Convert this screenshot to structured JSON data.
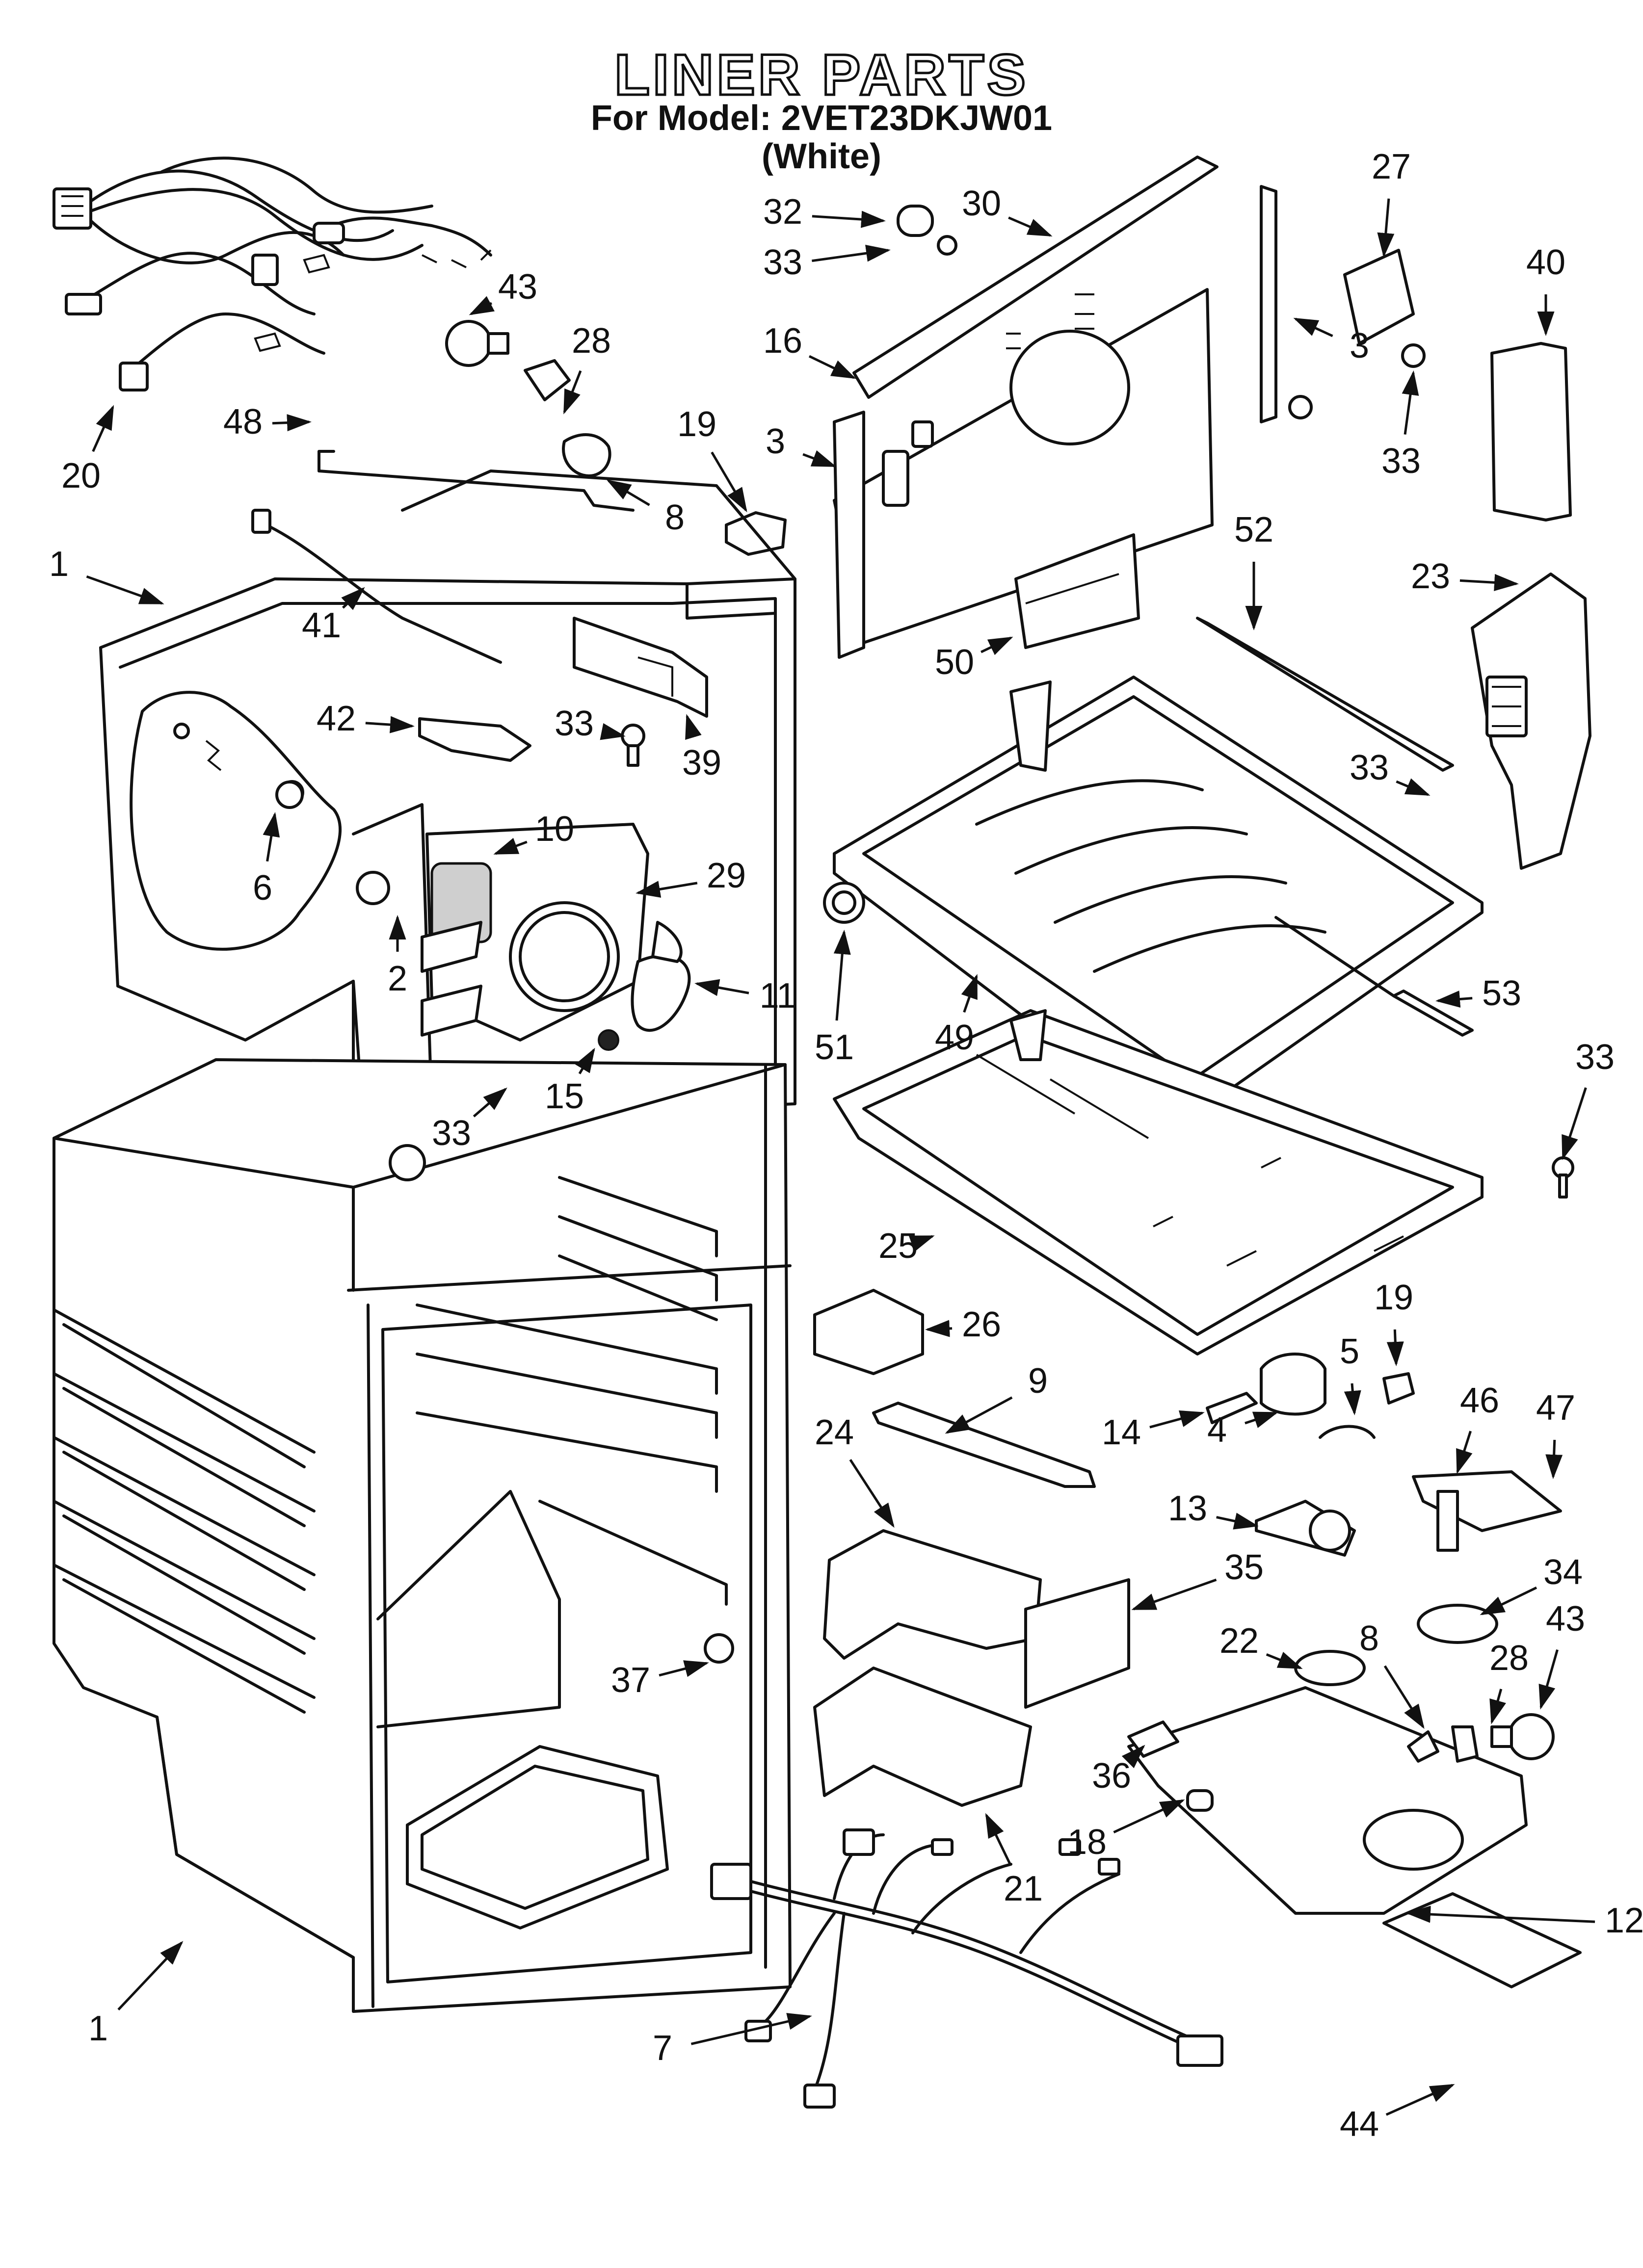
{
  "header": {
    "title": "LINER PARTS",
    "model_line": "For Model: 2VET23DKJW01",
    "color_line": "(White)"
  },
  "callouts": [
    {
      "id": "c1",
      "label": "1"
    },
    {
      "id": "c1b",
      "label": "1"
    },
    {
      "id": "c2",
      "label": "2"
    },
    {
      "id": "c3",
      "label": "3"
    },
    {
      "id": "c3b",
      "label": "3"
    },
    {
      "id": "c4",
      "label": "4"
    },
    {
      "id": "c5",
      "label": "5"
    },
    {
      "id": "c6",
      "label": "6"
    },
    {
      "id": "c7",
      "label": "7"
    },
    {
      "id": "c8",
      "label": "8"
    },
    {
      "id": "c8b",
      "label": "8"
    },
    {
      "id": "c9",
      "label": "9"
    },
    {
      "id": "c10",
      "label": "10"
    },
    {
      "id": "c11",
      "label": "11"
    },
    {
      "id": "c12",
      "label": "12"
    },
    {
      "id": "c13",
      "label": "13"
    },
    {
      "id": "c14",
      "label": "14"
    },
    {
      "id": "c15",
      "label": "15"
    },
    {
      "id": "c16",
      "label": "16"
    },
    {
      "id": "c18",
      "label": "18"
    },
    {
      "id": "c19",
      "label": "19"
    },
    {
      "id": "c19b",
      "label": "19"
    },
    {
      "id": "c20",
      "label": "20"
    },
    {
      "id": "c21",
      "label": "21"
    },
    {
      "id": "c22",
      "label": "22"
    },
    {
      "id": "c23",
      "label": "23"
    },
    {
      "id": "c24",
      "label": "24"
    },
    {
      "id": "c25",
      "label": "25"
    },
    {
      "id": "c26",
      "label": "26"
    },
    {
      "id": "c27",
      "label": "27"
    },
    {
      "id": "c28",
      "label": "28"
    },
    {
      "id": "c28b",
      "label": "28"
    },
    {
      "id": "c29",
      "label": "29"
    },
    {
      "id": "c30",
      "label": "30"
    },
    {
      "id": "c32",
      "label": "32"
    },
    {
      "id": "c33a",
      "label": "33"
    },
    {
      "id": "c33b",
      "label": "33"
    },
    {
      "id": "c33c",
      "label": "33"
    },
    {
      "id": "c33d",
      "label": "33"
    },
    {
      "id": "c33e",
      "label": "33"
    },
    {
      "id": "c33f",
      "label": "33"
    },
    {
      "id": "c34",
      "label": "34"
    },
    {
      "id": "c35",
      "label": "35"
    },
    {
      "id": "c36",
      "label": "36"
    },
    {
      "id": "c37",
      "label": "37"
    },
    {
      "id": "c39",
      "label": "39"
    },
    {
      "id": "c40",
      "label": "40"
    },
    {
      "id": "c41",
      "label": "41"
    },
    {
      "id": "c42",
      "label": "42"
    },
    {
      "id": "c43",
      "label": "43"
    },
    {
      "id": "c43b",
      "label": "43"
    },
    {
      "id": "c44",
      "label": "44"
    },
    {
      "id": "c46",
      "label": "46"
    },
    {
      "id": "c47",
      "label": "47"
    },
    {
      "id": "c48",
      "label": "48"
    },
    {
      "id": "c49",
      "label": "49"
    },
    {
      "id": "c50",
      "label": "50"
    },
    {
      "id": "c51",
      "label": "51"
    },
    {
      "id": "c52",
      "label": "52"
    },
    {
      "id": "c53",
      "label": "53"
    }
  ]
}
